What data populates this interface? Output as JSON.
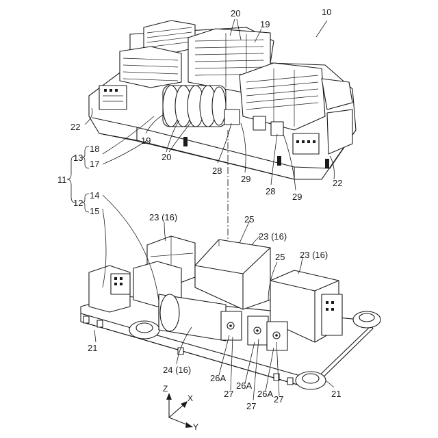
{
  "figure": {
    "labels": {
      "assembly": "10",
      "upper_top_19": "19",
      "upper_top_20": "20",
      "upper_left_22": "22",
      "upper_mid_19": "19",
      "upper_mid_20": "20",
      "upper_28_a": "28",
      "upper_29_a": "29",
      "upper_28_b": "28",
      "upper_29_b": "29",
      "upper_right_22": "22",
      "case_11": "11",
      "cover_13": "13",
      "part_18": "18",
      "part_17": "17",
      "base_12": "12",
      "part_14": "14",
      "part_15": "15",
      "relay_top": "23 (16)",
      "relay_mid": "23 (16)",
      "relay_right": "23 (16)",
      "part_25_top": "25",
      "part_25_mid": "25",
      "bracket_21_left": "21",
      "bracket_21_right": "21",
      "part_24": "24 (16)",
      "terminal_26a_1": "26A",
      "terminal_26a_2": "26A",
      "terminal_26a_3": "26A",
      "screw_27_1": "27",
      "screw_27_2": "27",
      "screw_27_3": "27"
    },
    "axes": {
      "z": "Z",
      "x": "X",
      "y": "Y"
    }
  }
}
